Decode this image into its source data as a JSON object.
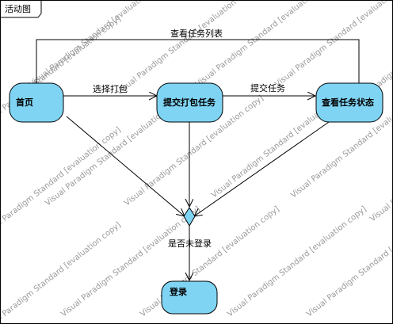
{
  "frame": {
    "label": "活动图"
  },
  "nodes": {
    "home": "首页",
    "submit": "提交打包任务",
    "status": "查看任务状态",
    "login": "登录"
  },
  "edges": {
    "list": "查看任务列表",
    "select": "选择打包",
    "submit_task": "提交任务",
    "decision": "是否未登录"
  },
  "watermark": {
    "text": "Visual Paradigm Standard [evaluation copy]"
  },
  "colors": {
    "node_fill": "#7fd4f4",
    "stroke": "#000000",
    "watermark": "#9a9a9a"
  }
}
